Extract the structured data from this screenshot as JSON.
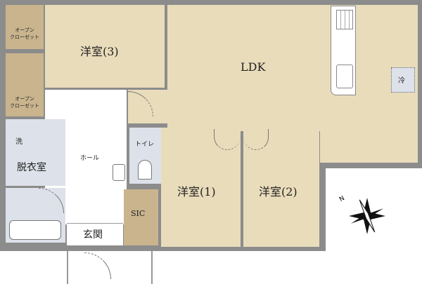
{
  "rooms": {
    "ldk": "LDK",
    "western_room_3": "洋室(3)",
    "western_room_1": "洋室(1)",
    "western_room_2": "洋室(2)",
    "open_closet_1": "オープン\nクローゼット",
    "open_closet_2": "オープン\nクローゼット",
    "washroom_wash": "洗",
    "washroom": "脱衣室",
    "hall": "ホール",
    "toilet": "トイレ",
    "sic": "SIC",
    "entrance": "玄関",
    "fridge": "冷"
  },
  "compass": {
    "north_label": "N"
  },
  "colors": {
    "room": "#e9dcbb",
    "closet": "#c9b48e",
    "wet_area": "#dde1ea",
    "wall": "#8c8c8c"
  }
}
